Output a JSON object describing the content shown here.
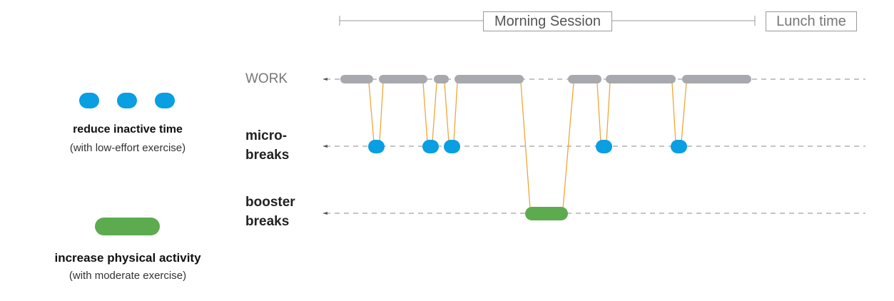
{
  "header": {
    "session_label": "Morning Session",
    "lunch_label": "Lunch time"
  },
  "rows": {
    "work": "WORK",
    "micro_line1": "micro-",
    "micro_line2": "breaks",
    "booster_line1": "booster",
    "booster_line2": "breaks"
  },
  "legend": {
    "micro_title": "reduce inactive time",
    "micro_sub": "(with low-effort exercise)",
    "booster_title": "increase physical activity",
    "booster_sub": "(with moderate exercise)"
  },
  "colors": {
    "work": "#a7a9ad",
    "micro": "#0a9ee2",
    "booster": "#5dab4f",
    "connector": "#f0a637",
    "axis": "#999999"
  }
}
